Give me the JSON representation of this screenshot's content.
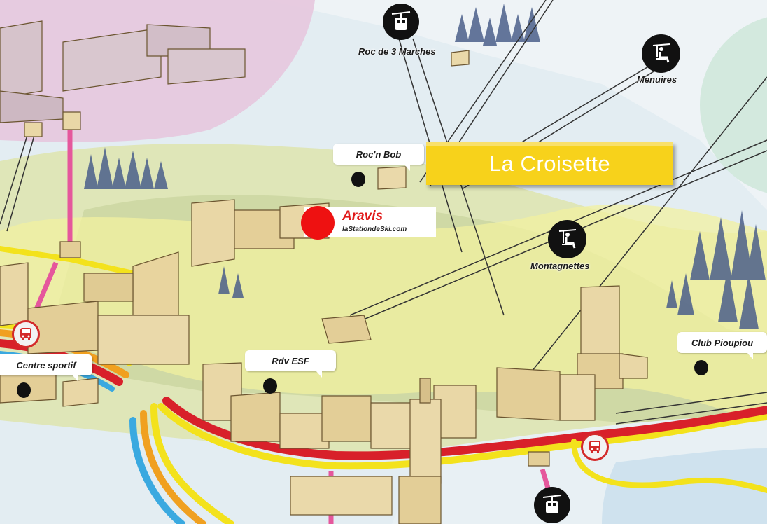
{
  "map": {
    "banner": "La Croisette",
    "brand": {
      "name": "Aravis",
      "site": "laStationdeSki.com",
      "color": "#ee1111"
    },
    "labels": {
      "roc_3_marches": "Roc de 3 Marches",
      "menuires": "Menuires",
      "montagnettes": "Montagnettes"
    },
    "bubbles": {
      "roc_n_bob": "Roc'n Bob",
      "rdv_esf": "Rdv ESF",
      "club_pioupiou": "Club Pioupiou",
      "centre_sportif": "Centre sportif"
    },
    "icons": {
      "gondola": "gondola-lift-icon",
      "chairlift": "chairlift-icon",
      "bus": "bus-stop-icon",
      "poi": "location-dot-icon"
    },
    "colors": {
      "road_yellow": "#f3e21c",
      "road_red": "#d8202a",
      "road_blue": "#3aa9e0",
      "road_orange": "#f0a020",
      "road_pink": "#e5579c",
      "banner_yellow": "#f7d21b"
    }
  }
}
